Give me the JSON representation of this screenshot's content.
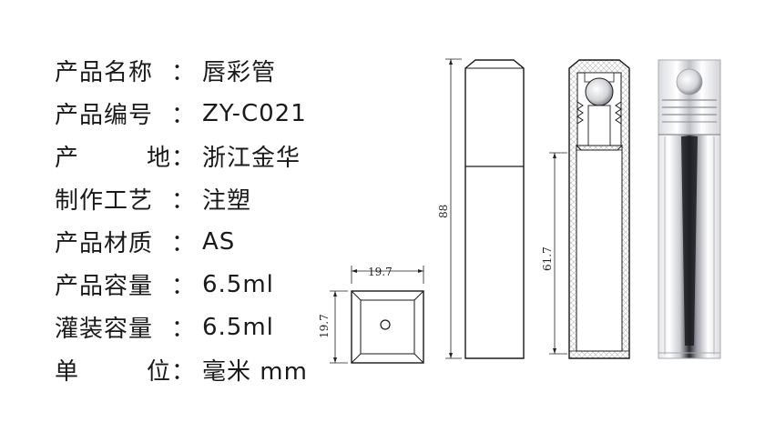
{
  "specs": [
    {
      "label": "产品名称",
      "value": "唇彩管"
    },
    {
      "label": "产品编号",
      "value": "ZY-C021"
    },
    {
      "label": "产地",
      "value": "浙江金华"
    },
    {
      "label": "制作工艺",
      "value": "注塑"
    },
    {
      "label": "产品材质",
      "value": "AS"
    },
    {
      "label": "产品容量",
      "value": "6.5ml"
    },
    {
      "label": "灌装容量",
      "value": "6.5ml"
    },
    {
      "label": "单位",
      "value": "毫米 mm"
    }
  ],
  "colon": "：",
  "dimensions": {
    "top_width": "19.7",
    "top_height": "19.7",
    "total_height": "88",
    "inner_height": "61.7"
  }
}
